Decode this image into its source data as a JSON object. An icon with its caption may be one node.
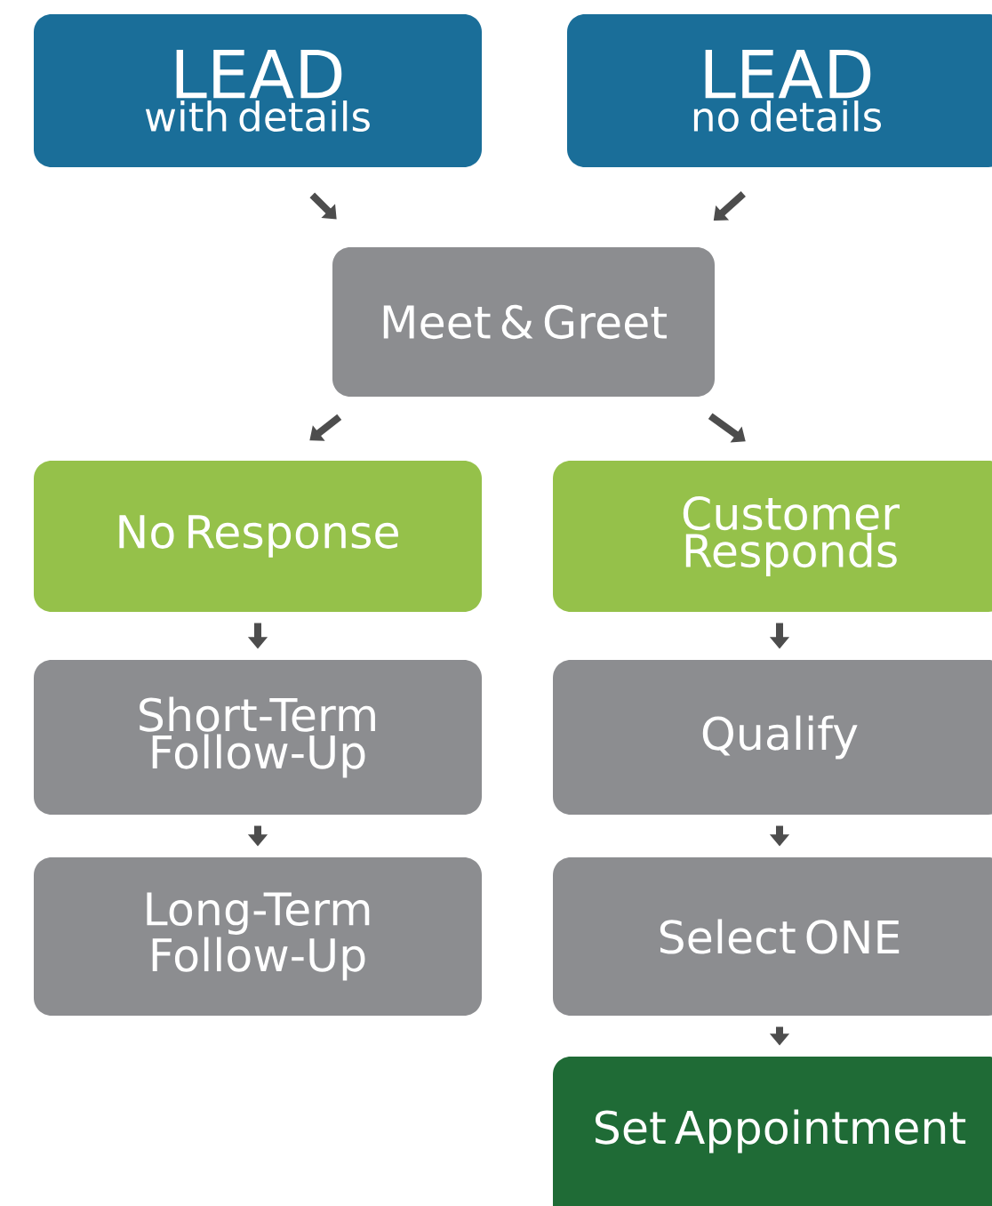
{
  "diagram": {
    "nodes": [
      {
        "text": [
          "LEAD",
          "with details"
        ]
      },
      {
        "text": [
          "LEAD",
          "no details"
        ]
      },
      {
        "text": [
          "Meet & Greet"
        ]
      },
      {
        "text": [
          "No Response"
        ]
      },
      {
        "text": [
          "Customer Responds"
        ]
      },
      {
        "text": [
          "Short-Term Follow-Up"
        ]
      },
      {
        "text": [
          "Qualify"
        ]
      },
      {
        "text": [
          "Long-Term Follow-Up"
        ]
      },
      {
        "text": [
          "Select ONE"
        ]
      },
      {
        "text": [
          "Set Appointment"
        ]
      }
    ],
    "edges": [
      {
        "from": 0,
        "to": 2,
        "arrow": "to"
      },
      {
        "from": 1,
        "to": 2,
        "arrow": "to"
      },
      {
        "from": 2,
        "to": 3,
        "arrow": "to"
      },
      {
        "from": 2,
        "to": 4,
        "arrow": "to"
      },
      {
        "from": 3,
        "to": 5,
        "arrow": "to"
      },
      {
        "from": 4,
        "to": 6,
        "arrow": "to"
      },
      {
        "from": 5,
        "to": 7,
        "arrow": "to"
      },
      {
        "from": 6,
        "to": 8,
        "arrow": "to"
      },
      {
        "from": 8,
        "to": 9,
        "arrow": "to"
      }
    ]
  }
}
